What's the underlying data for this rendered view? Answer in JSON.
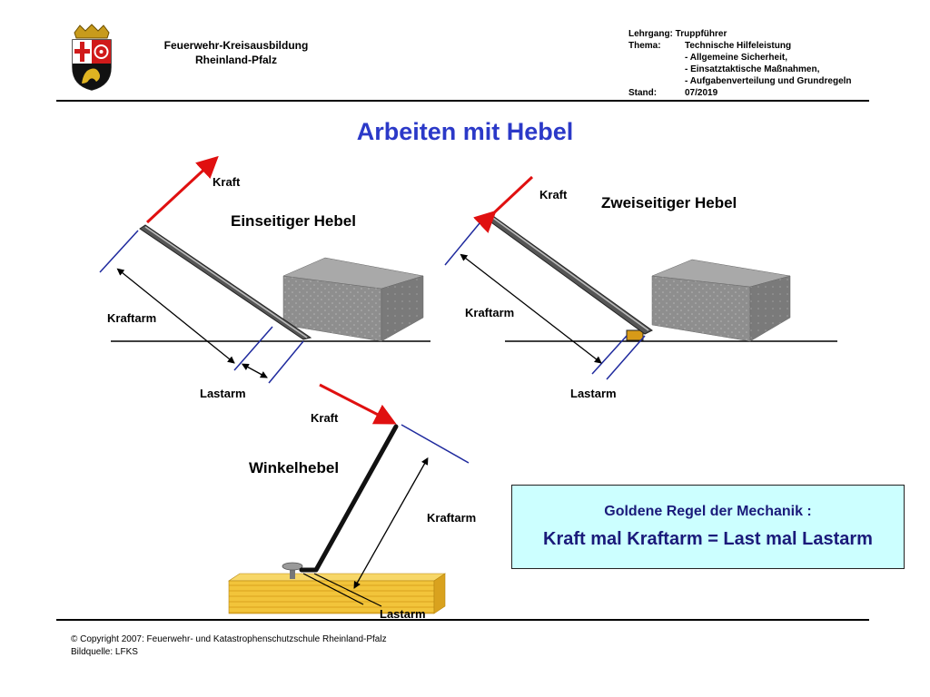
{
  "header": {
    "org_line1": "Feuerwehr-Kreisausbildung",
    "org_line2": "Rheinland-Pfalz",
    "meta": {
      "lehrgang_key": "Lehrgang:",
      "lehrgang_value": "Truppführer",
      "thema_key": "Thema:",
      "thema_value": "Technische Hilfeleistung",
      "thema_line2": "- Allgemeine Sicherheit,",
      "thema_line3": "- Einsatztaktische Maßnahmen,",
      "thema_line4": "- Aufgabenverteilung und Grundregeln",
      "stand_key": "Stand:",
      "stand_value": "07/2019"
    }
  },
  "title": "Arbeiten mit Hebel",
  "diagram": {
    "one_sided": {
      "title": "Einseitiger Hebel",
      "kraft": "Kraft",
      "kraftarm": "Kraftarm",
      "lastarm": "Lastarm"
    },
    "two_sided": {
      "title": "Zweiseitiger Hebel",
      "kraft": "Kraft",
      "kraftarm": "Kraftarm",
      "lastarm": "Lastarm"
    },
    "angle": {
      "title": "Winkelhebel",
      "kraft": "Kraft",
      "kraftarm": "Kraftarm",
      "lastarm": "Lastarm"
    }
  },
  "rule": {
    "title": "Goldene Regel der Mechanik :",
    "formula": "Kraft mal Kraftarm = Last mal Lastarm"
  },
  "footer": {
    "copyright": "© Copyright 2007: Feuerwehr- und Katastrophenschutzschule Rheinland-Pfalz",
    "source": "Bildquelle: LFKS"
  },
  "colors": {
    "title": "#2b39c8",
    "force_arrow": "#e01010",
    "arm_line": "#1f2a9e",
    "rule_box": "#ccffff",
    "block": "#8c8c8c",
    "wood": "#f2c43a"
  }
}
